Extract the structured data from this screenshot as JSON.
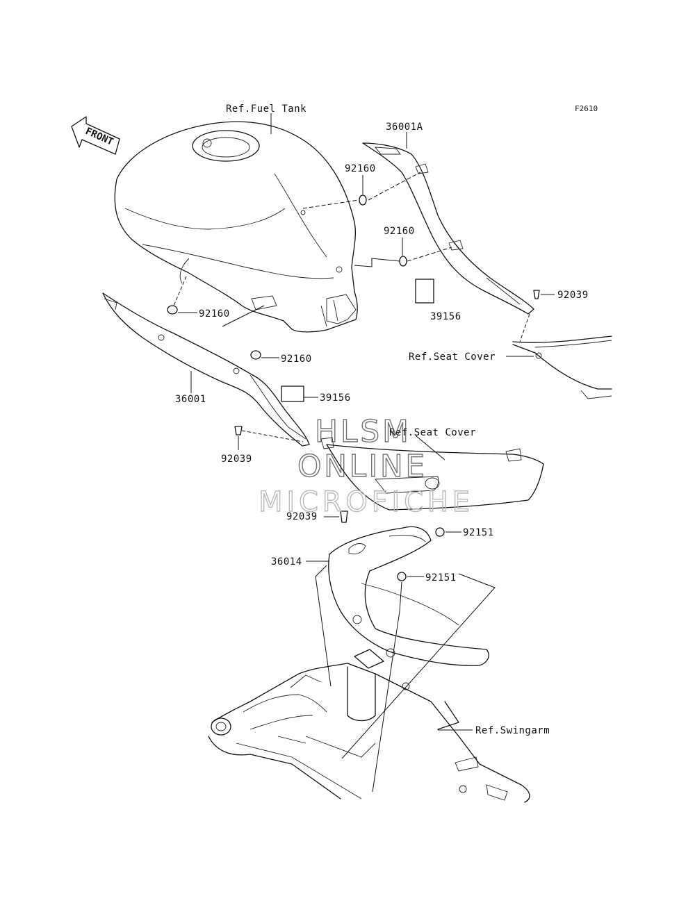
{
  "diagram": {
    "code": "F2610",
    "front_label": "FRONT",
    "watermark": [
      "HLSM",
      "ONLINE",
      "MICROFICHE"
    ],
    "callouts": {
      "ref_fuel_tank": "Ref.Fuel Tank",
      "part_36001A": "36001A",
      "part_92160_a": "92160",
      "part_92160_b": "92160",
      "part_92160_c": "92160",
      "part_92160_d": "92160",
      "part_92039_a": "92039",
      "part_39156_a": "39156",
      "ref_seat_cover_a": "Ref.Seat Cover",
      "part_36001": "36001",
      "part_39156_b": "39156",
      "part_92039_b": "92039",
      "ref_seat_cover_b": "Ref.Seat Cover",
      "part_92039_c": "92039",
      "part_92151_a": "92151",
      "part_36014": "36014",
      "part_92151_b": "92151",
      "ref_swingarm": "Ref.Swingarm"
    }
  }
}
